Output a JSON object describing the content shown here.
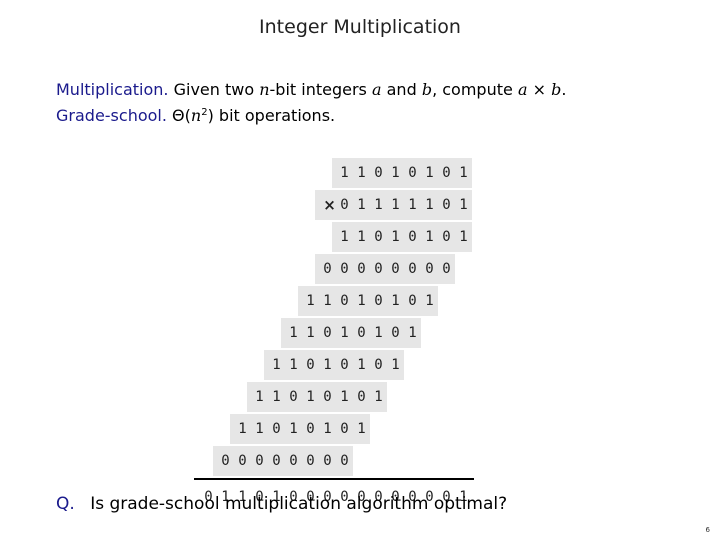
{
  "title": "Integer Multiplication",
  "line1": {
    "label": "Multiplication.",
    "text_a": "Given two",
    "n": "n",
    "text_b": "-bit integers",
    "a": "a",
    "and": "and",
    "b": "b",
    "text_c": ", compute",
    "a2": "a",
    "times": "×",
    "b2": "b",
    "period": "."
  },
  "line2": {
    "label": "Grade-school.",
    "theta_open": "Θ(",
    "n": "n",
    "exp": "2",
    "theta_close": ")",
    "text": "bit operations."
  },
  "multiplication": {
    "multiplicand": "11010101",
    "operator": "×",
    "multiplier": "01111101",
    "partial_products": [
      "11010101",
      "00000000",
      "11010101",
      "11010101",
      "11010101",
      "11010101",
      "11010101",
      "00000000"
    ],
    "result": "0110100000000001"
  },
  "question": {
    "label": "Q.",
    "text": "Is grade-school multiplication algorithm optimal?"
  },
  "page_number": "6"
}
